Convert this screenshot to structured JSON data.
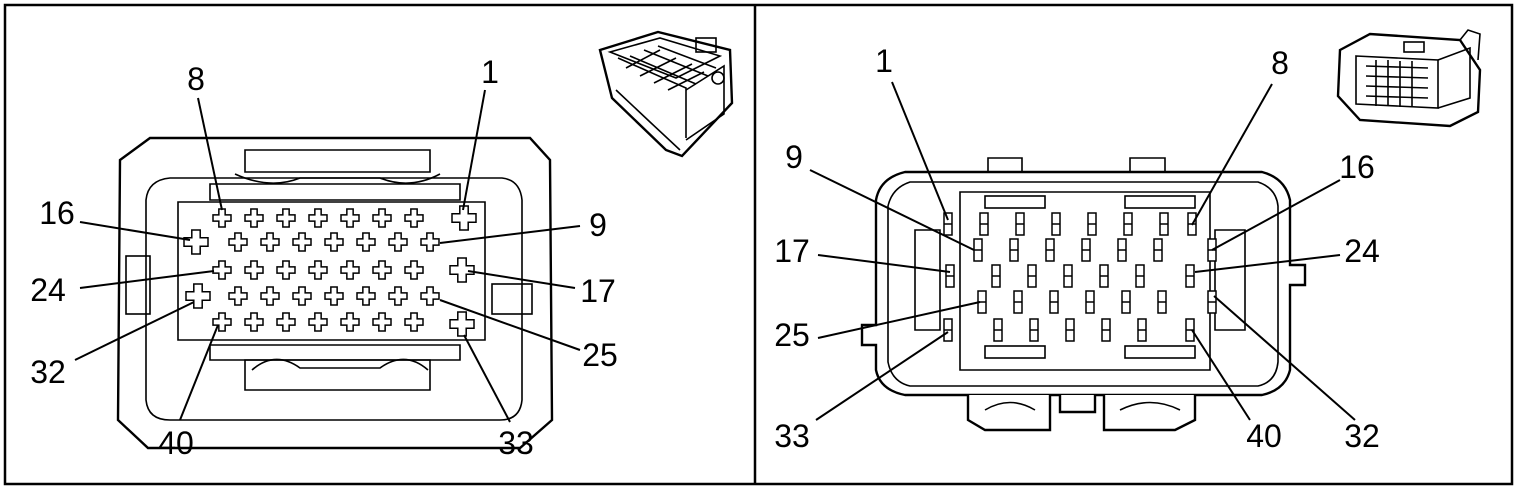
{
  "colors": {
    "line": "#000000",
    "background": "#ffffff"
  },
  "panels": [
    {
      "id": "left",
      "view": "connector-front-view",
      "labels": [
        "1",
        "8",
        "9",
        "16",
        "17",
        "24",
        "25",
        "32",
        "33",
        "40"
      ]
    },
    {
      "id": "right",
      "view": "connector-rear-view",
      "labels": [
        "1",
        "8",
        "9",
        "16",
        "17",
        "24",
        "25",
        "32",
        "33",
        "40"
      ]
    }
  ]
}
